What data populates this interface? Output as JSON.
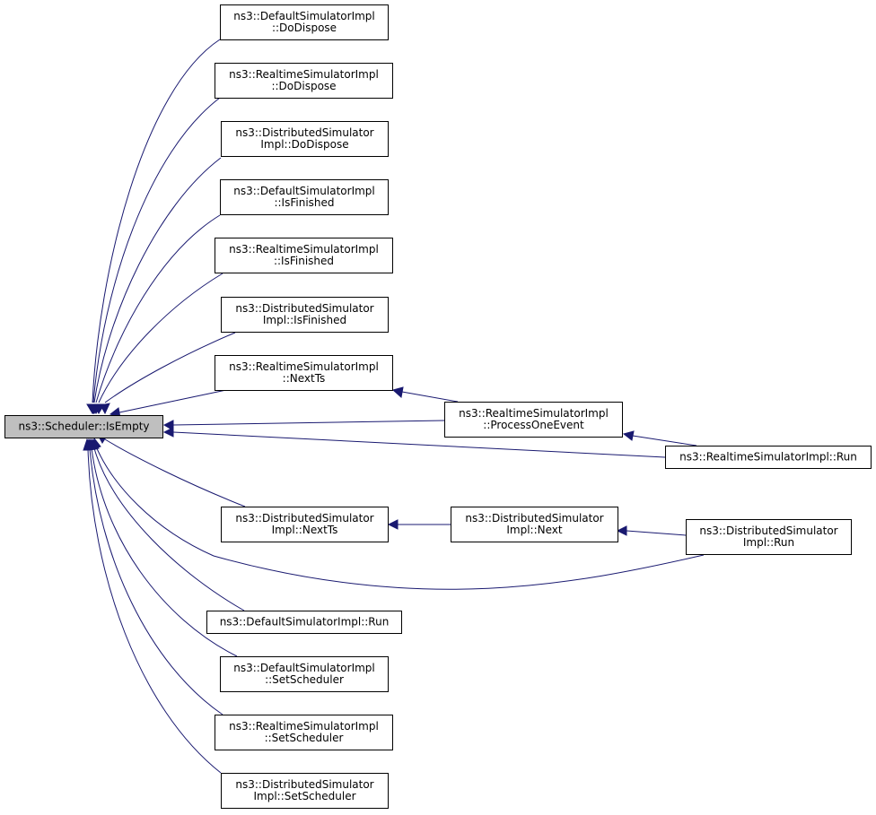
{
  "graph": {
    "root": {
      "id": "is_empty",
      "lines": [
        "ns3::Scheduler::IsEmpty"
      ]
    },
    "callers": [
      {
        "id": "def_dodispose",
        "lines": [
          "ns3::DefaultSimulatorImpl",
          "::DoDispose"
        ]
      },
      {
        "id": "rt_dodispose",
        "lines": [
          "ns3::RealtimeSimulatorImpl",
          "::DoDispose"
        ]
      },
      {
        "id": "dist_dodispose",
        "lines": [
          "ns3::DistributedSimulator",
          "Impl::DoDispose"
        ]
      },
      {
        "id": "def_isfinished",
        "lines": [
          "ns3::DefaultSimulatorImpl",
          "::IsFinished"
        ]
      },
      {
        "id": "rt_isfinished",
        "lines": [
          "ns3::RealtimeSimulatorImpl",
          "::IsFinished"
        ]
      },
      {
        "id": "dist_isfinished",
        "lines": [
          "ns3::DistributedSimulator",
          "Impl::IsFinished"
        ]
      },
      {
        "id": "rt_nextts",
        "lines": [
          "ns3::RealtimeSimulatorImpl",
          "::NextTs"
        ]
      },
      {
        "id": "rt_processoneevent",
        "lines": [
          "ns3::RealtimeSimulatorImpl",
          "::ProcessOneEvent"
        ]
      },
      {
        "id": "rt_run",
        "lines": [
          "ns3::RealtimeSimulatorImpl::Run"
        ]
      },
      {
        "id": "dist_nextts",
        "lines": [
          "ns3::DistributedSimulator",
          "Impl::NextTs"
        ]
      },
      {
        "id": "dist_next",
        "lines": [
          "ns3::DistributedSimulator",
          "Impl::Next"
        ]
      },
      {
        "id": "dist_run",
        "lines": [
          "ns3::DistributedSimulator",
          "Impl::Run"
        ]
      },
      {
        "id": "def_run",
        "lines": [
          "ns3::DefaultSimulatorImpl::Run"
        ]
      },
      {
        "id": "def_setscheduler",
        "lines": [
          "ns3::DefaultSimulatorImpl",
          "::SetScheduler"
        ]
      },
      {
        "id": "rt_setscheduler",
        "lines": [
          "ns3::RealtimeSimulatorImpl",
          "::SetScheduler"
        ]
      },
      {
        "id": "dist_setscheduler",
        "lines": [
          "ns3::DistributedSimulator",
          "Impl::SetScheduler"
        ]
      }
    ],
    "edges": [
      {
        "from": "def_dodispose",
        "to": "is_empty"
      },
      {
        "from": "rt_dodispose",
        "to": "is_empty"
      },
      {
        "from": "dist_dodispose",
        "to": "is_empty"
      },
      {
        "from": "def_isfinished",
        "to": "is_empty"
      },
      {
        "from": "rt_isfinished",
        "to": "is_empty"
      },
      {
        "from": "dist_isfinished",
        "to": "is_empty"
      },
      {
        "from": "rt_nextts",
        "to": "is_empty"
      },
      {
        "from": "rt_processoneevent",
        "to": "is_empty"
      },
      {
        "from": "rt_processoneevent",
        "to": "rt_nextts"
      },
      {
        "from": "rt_run",
        "to": "is_empty"
      },
      {
        "from": "rt_run",
        "to": "rt_processoneevent"
      },
      {
        "from": "dist_nextts",
        "to": "is_empty"
      },
      {
        "from": "dist_next",
        "to": "dist_nextts"
      },
      {
        "from": "dist_run",
        "to": "dist_next"
      },
      {
        "from": "dist_run",
        "to": "is_empty"
      },
      {
        "from": "def_run",
        "to": "is_empty"
      },
      {
        "from": "def_setscheduler",
        "to": "is_empty"
      },
      {
        "from": "rt_setscheduler",
        "to": "is_empty"
      },
      {
        "from": "dist_setscheduler",
        "to": "is_empty"
      }
    ],
    "colors": {
      "edge": "#191970",
      "root_fill": "#bfbfbf",
      "node_fill": "#ffffff",
      "border": "#000000"
    }
  }
}
